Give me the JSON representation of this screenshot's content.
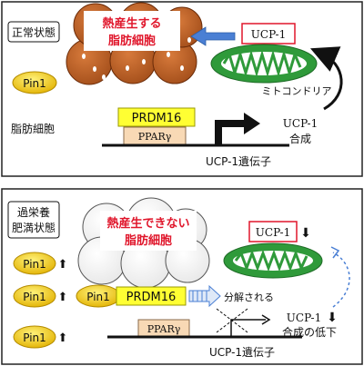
{
  "top": {
    "state_label": "正常状態",
    "cell_label_line1": "熱産生する",
    "cell_label_line2": "脂肪細胞",
    "ucp1_protein": "UCP-1",
    "mitochondria_label": "ミトコンドリア",
    "pin1": "Pin1",
    "adipocyte": "脂肪細胞",
    "prdm16": "PRDM16",
    "ppar": "PPARγ",
    "synthesis_line1": "UCP-1",
    "synthesis_line2": "合成",
    "gene_label": "UCP-1遺伝子"
  },
  "bottom": {
    "state_label_line1": "過栄養",
    "state_label_line2": "肥満状態",
    "cell_label_line1": "熱産生できない",
    "cell_label_line2": "脂肪細胞",
    "ucp1_protein": "UCP-1",
    "down_arrow": "⬇",
    "up_arrow": "⬆",
    "pin1": "Pin1",
    "prdm16": "PRDM16",
    "degraded": "分解される",
    "ppar": "PPARγ",
    "synthesis_line1": "UCP-1",
    "synthesis_line2": "合成の低下",
    "gene_label": "UCP-1遺伝子"
  },
  "colors": {
    "brown_cell": "#c0652a",
    "red_text": "#e0162b",
    "mito_green": "#2f9a3a",
    "pin1_yellow": "#f2c200",
    "prdm16_yellow": "#ffff33",
    "ppar_tan": "#f8d9b5",
    "blue_arrow": "#4a7fd4"
  }
}
